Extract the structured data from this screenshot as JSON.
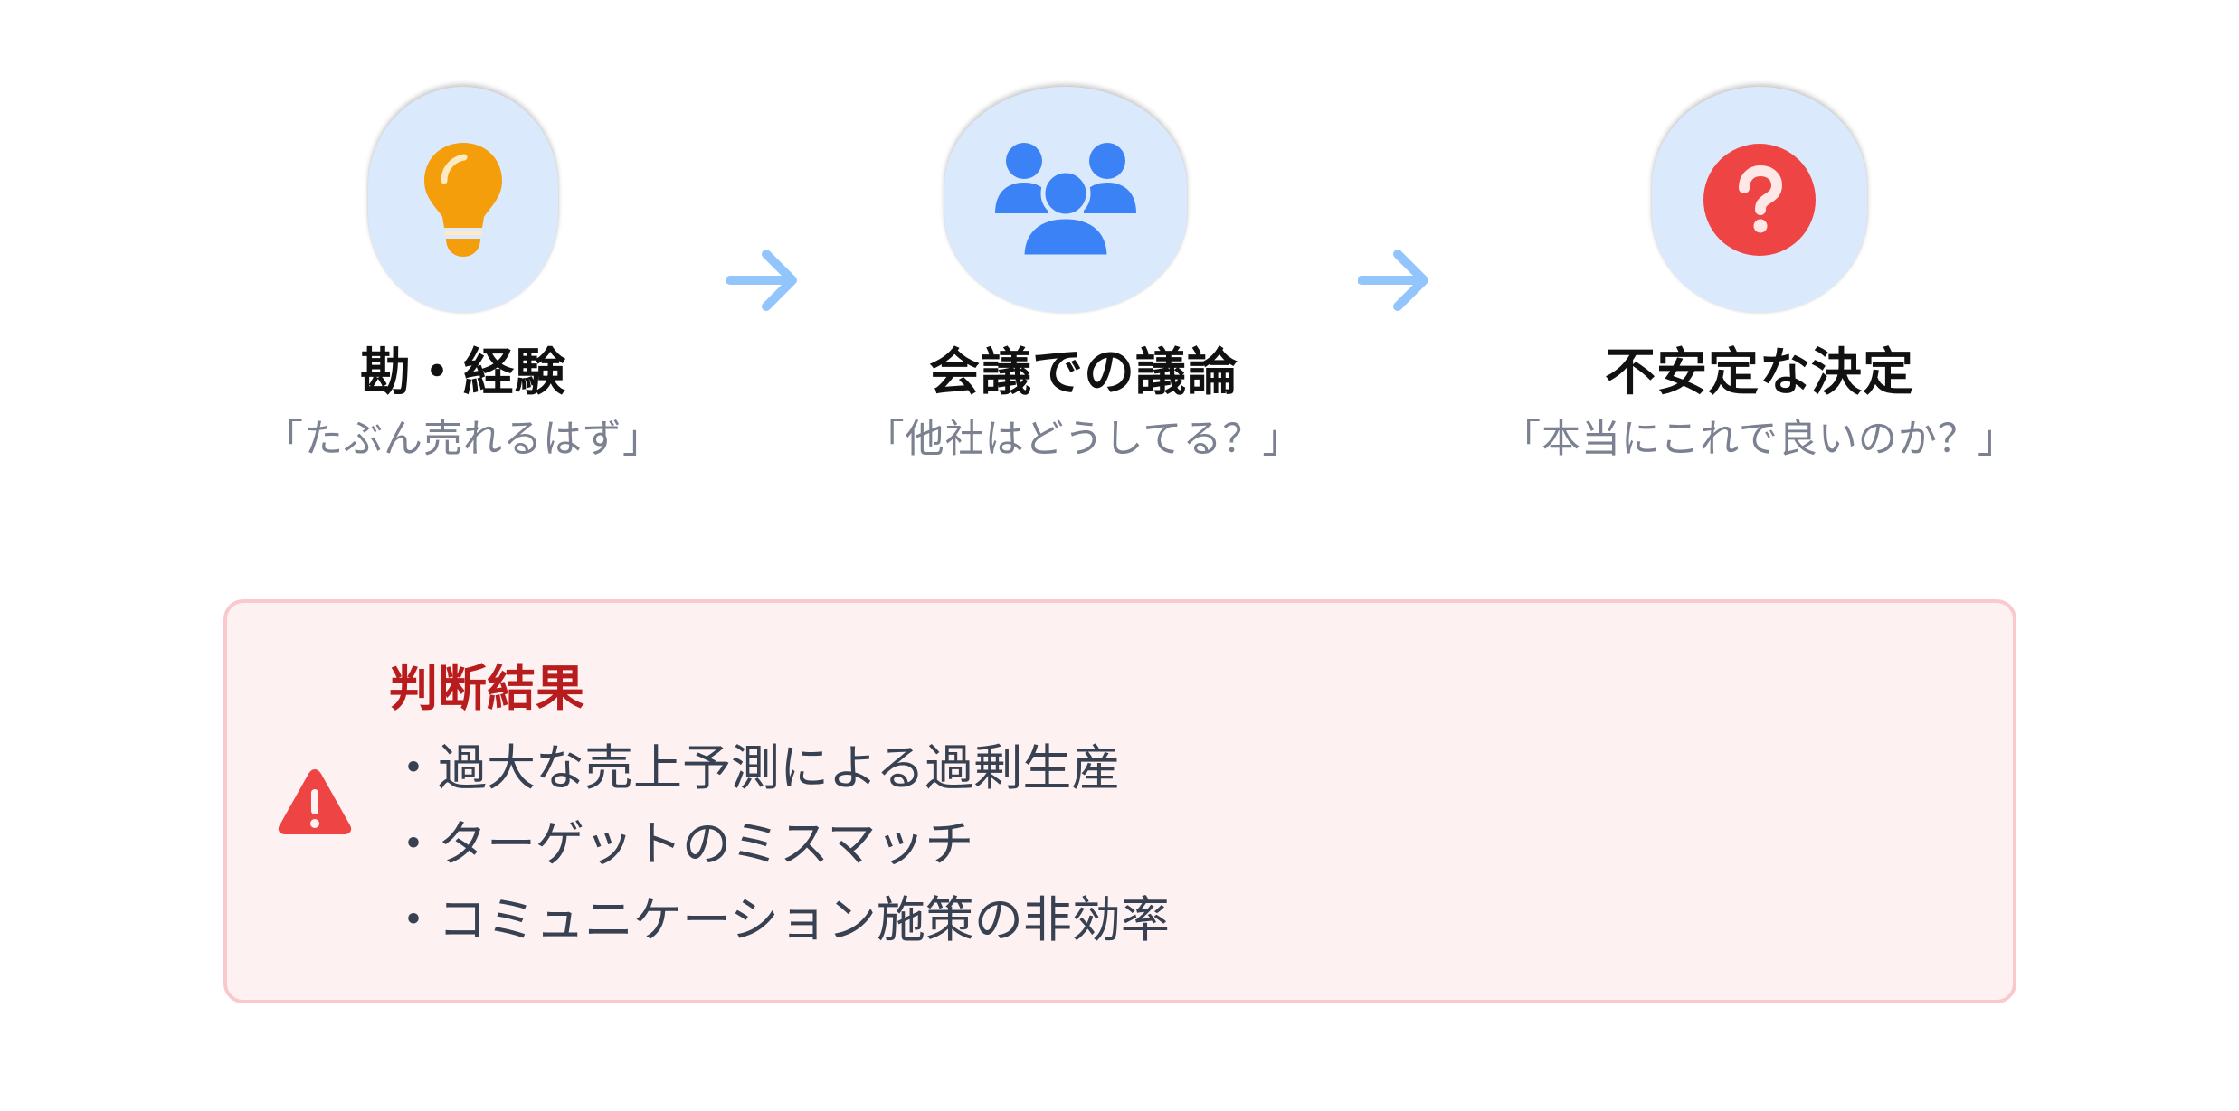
{
  "steps": [
    {
      "icon": "lightbulb-icon",
      "title": "勘・経験",
      "quote": "「たぶん売れるはず」"
    },
    {
      "icon": "people-group-icon",
      "title": "会議での議論",
      "quote": "「他社はどうしてる？」"
    },
    {
      "icon": "question-circle-icon",
      "title": "不安定な決定",
      "quote": "「本当にこれで良いのか？」"
    }
  ],
  "result": {
    "icon": "warning-triangle-icon",
    "title": "判断結果",
    "items": [
      "・過大な売上予測による過剰生産",
      "・ターゲットのミスマッチ",
      "・コミュニケーション施策の非効率"
    ]
  },
  "colors": {
    "circle_bg": "#dbe9fd",
    "bulb": "#f59e0b",
    "people": "#3b82f6",
    "question": "#ef4444",
    "arrow": "#93c5fd",
    "result_title": "#b91c1c",
    "result_bg": "#fdf1f2",
    "result_border": "#f9c9cc"
  }
}
